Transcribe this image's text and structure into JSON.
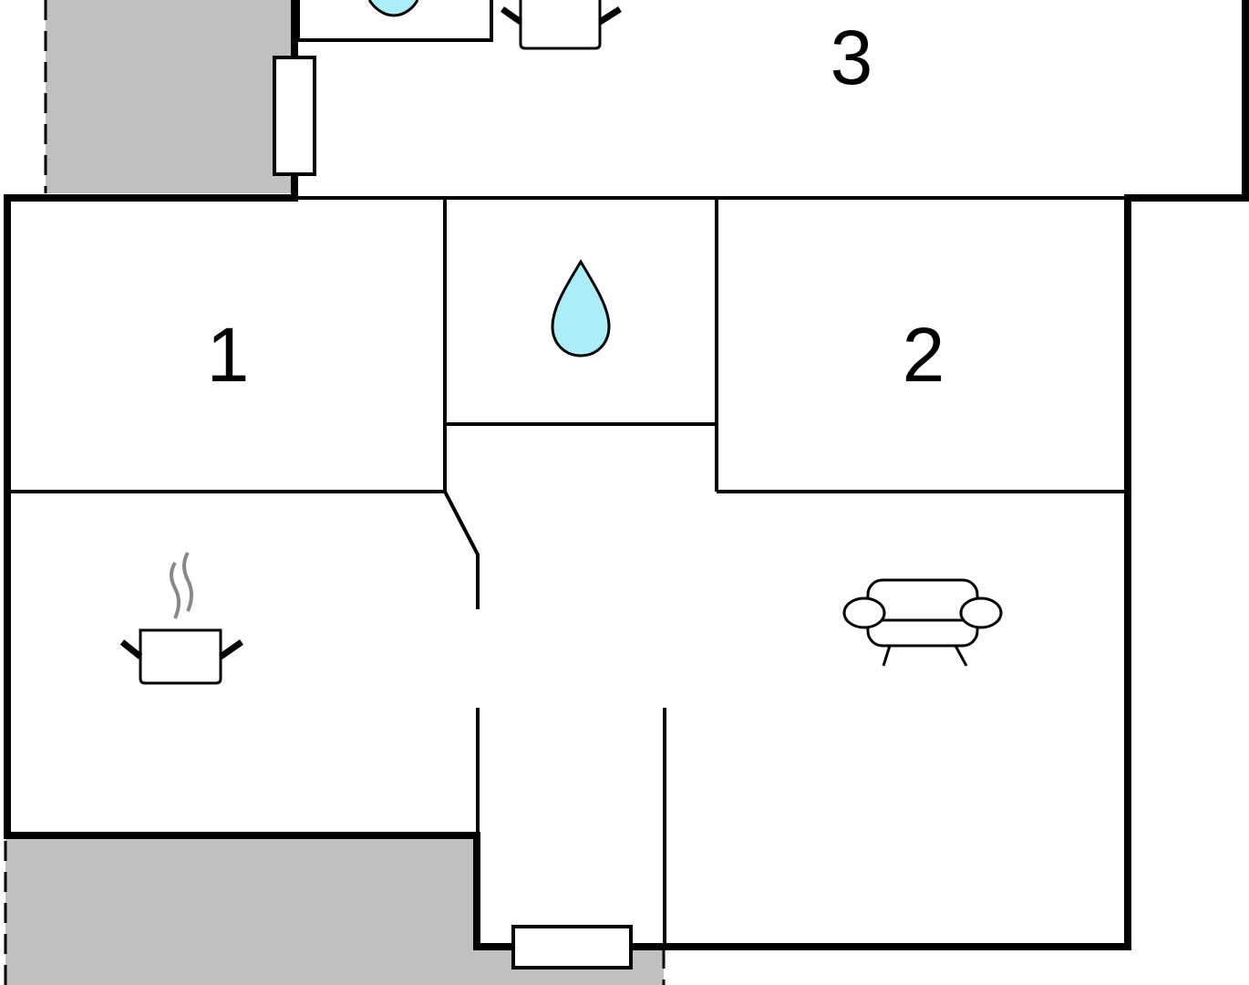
{
  "floorplan": {
    "rooms": [
      {
        "id": "room-1",
        "number": "1"
      },
      {
        "id": "room-2",
        "number": "2"
      },
      {
        "id": "room-3",
        "number": "3"
      }
    ],
    "icons": [
      {
        "name": "water-drop-icon",
        "room": "bathroom"
      },
      {
        "name": "water-drop-icon",
        "room": "upper-bathroom"
      },
      {
        "name": "cooking-pot-icon",
        "room": "kitchen"
      },
      {
        "name": "cooking-pot-icon",
        "room": "upper-kitchen"
      },
      {
        "name": "armchair-icon",
        "room": "living-room"
      }
    ],
    "colors": {
      "wall": "#000000",
      "terrace": "#c0c0c0",
      "water": "#a9eef8",
      "steam": "#888888",
      "background": "#ffffff"
    }
  }
}
